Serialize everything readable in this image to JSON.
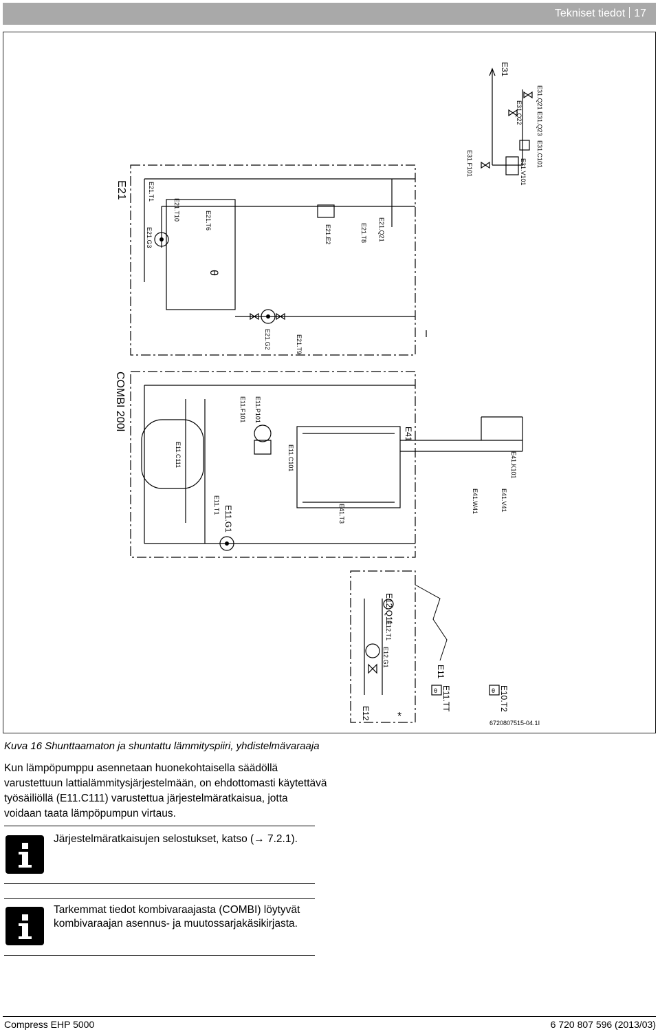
{
  "header": {
    "section": "Tekniset tiedot",
    "page_number": "17"
  },
  "diagram": {
    "labels": {
      "e21": "E21",
      "combi": "COMBI 200l",
      "e31": "E31",
      "e41": "E41",
      "e11": "E11",
      "e12": "E12",
      "e12_q11": "E12.Q11",
      "e11_tt": "E11.TT",
      "e10_t2": "E10.T2",
      "e21_t1": "E21.T1",
      "e21_g3": "E21.G3",
      "e21_t10": "E21.T10",
      "e21_t6": "E21.T6",
      "e21_e2": "E21.E2",
      "e21_t8": "E21.T8",
      "e21_q21": "E21.Q21",
      "e21_g2": "E21.G2",
      "e21_t9": "E21.T9",
      "e31_f101": "E31.F101",
      "e31_v101": "E31.V101",
      "e31_c101": "E31.C101",
      "e31_q23": "E31.Q23",
      "e31_q22": "E31.Q22",
      "e31_q21": "E31.Q21",
      "e11_f101": "E11.F101",
      "e11_p101": "E11.P101",
      "e11_c101": "E11.C101",
      "e11_c111": "E11.C111",
      "e11_t1": "E11.T1",
      "e11_g1": "E11.G1",
      "e41_t3": "E41.T3",
      "e41_w41": "E41.W41",
      "e41_v41": "E41.V41",
      "e41_k101": "E41.K101",
      "e12_t1": "E12.T1",
      "e12_g1": "E12.G1",
      "asterisk": "*",
      "theta": "θ",
      "figure_code": "6720807515-04.1I"
    }
  },
  "caption": "Kuva 16 Shunttaamaton ja shuntattu lämmityspiiri, yhdistelmävaraaja",
  "body_text": "Kun lämpöpumppu asennetaan huonekohtaisella säädöllä varustettuun lattialämmitysjärjestelmään, on ehdottomasti käytettävä työsäiliöllä (E11.C111) varustettua järjestelmäratkaisua, jotta voidaan taata lämpöpumpun virtaus.",
  "notes": [
    {
      "text": "Järjestelmäratkaisujen selostukset, katso (→ 7.2.1)."
    },
    {
      "text": "Tarkemmat tiedot kombivaraajasta (COMBI) löytyvät kombivaraajan asennus- ja muutossarjakäsikirjasta."
    }
  ],
  "footer": {
    "left": "Compress EHP 5000",
    "right": "6 720 807 596 (2013/03)"
  }
}
